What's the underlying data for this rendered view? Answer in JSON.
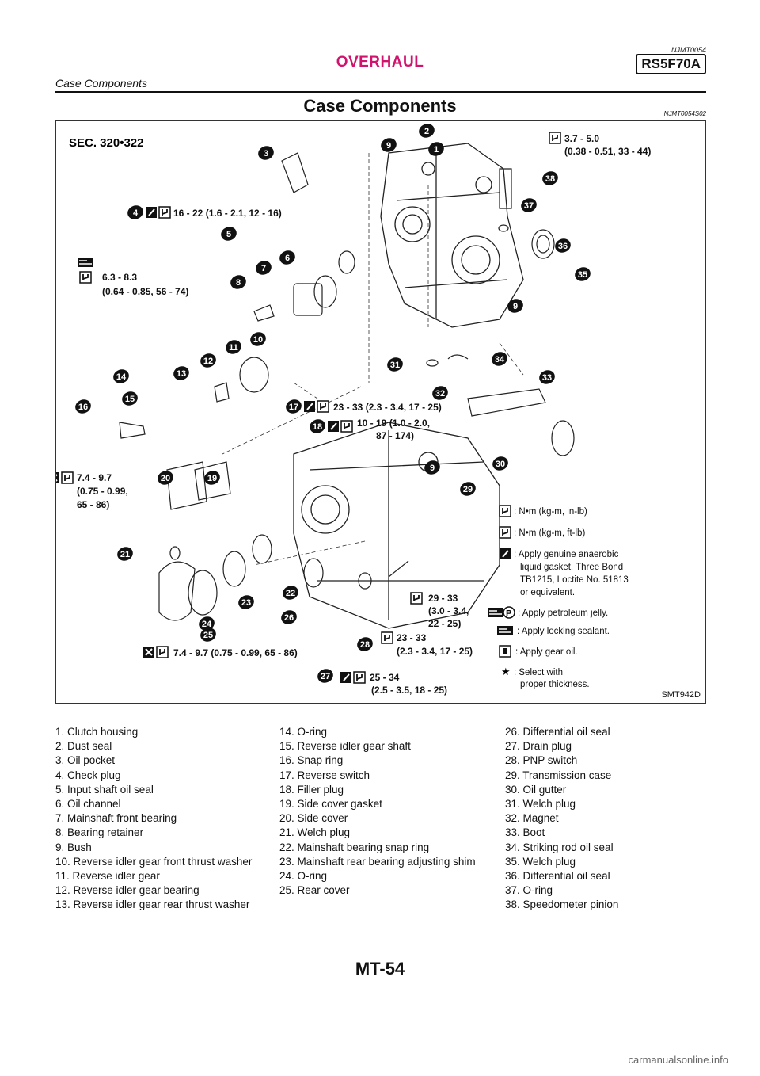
{
  "header": {
    "code_top": "NJMT0054",
    "section": "OVERHAUL",
    "model": "RS5F70A",
    "subsection": "Case Components"
  },
  "page_title": "Case Components",
  "title_code": "NJMT0054S02",
  "figure": {
    "sec": "SEC. 320•322",
    "code": "SMT942D",
    "callouts": [
      "1",
      "2",
      "3",
      "4",
      "5",
      "6",
      "7",
      "8",
      "9",
      "10",
      "11",
      "12",
      "13",
      "14",
      "15",
      "16",
      "17",
      "18",
      "19",
      "20",
      "21",
      "22",
      "23",
      "24",
      "25",
      "26",
      "27",
      "28",
      "29",
      "30",
      "31",
      "32",
      "33",
      "34",
      "35",
      "36",
      "37",
      "38"
    ],
    "torque": {
      "t1": "3.7 - 5.0",
      "t1b": "(0.38 - 0.51, 33 - 44)",
      "t2": "16 - 22 (1.6 - 2.1, 12 - 16)",
      "t3": "6.3 - 8.3",
      "t3b": "(0.64 - 0.85, 56 - 74)",
      "t4": "23 - 33 (2.3 - 3.4, 17 - 25)",
      "t5": "10 - 19 (1.0 - 2.0,",
      "t5b": "87 - 174)",
      "t6": "7.4 - 9.7",
      "t6b": "(0.75 - 0.99,",
      "t6c": "65 - 86)",
      "t7": "29 - 33",
      "t7b": "(3.0 - 3.4,",
      "t7c": "22 - 25)",
      "t8": "23 - 33",
      "t8b": "(2.3 - 3.4, 17 - 25)",
      "t9": "7.4 - 9.7 (0.75 - 0.99, 65 - 86)",
      "t10": "25 - 34",
      "t10b": "(2.5 - 3.5, 18 - 25)"
    },
    "legend": {
      "l1": ": N•m (kg-m, in-lb)",
      "l2": ": N•m (kg-m, ft-lb)",
      "l3a": ": Apply genuine anaerobic",
      "l3b": "liquid gasket, Three Bond",
      "l3c": "TB1215, Loctite No. 51813",
      "l3d": "or equivalent.",
      "l4": ": Apply petroleum jelly.",
      "l5": ": Apply locking sealant.",
      "l6": ": Apply gear oil.",
      "l7a": ": Select with",
      "l7b": "proper thickness."
    }
  },
  "parts": {
    "col1": [
      "1. Clutch housing",
      "2. Dust seal",
      "3. Oil pocket",
      "4. Check plug",
      "5. Input shaft oil seal",
      "6. Oil channel",
      "7. Mainshaft front bearing",
      "8. Bearing retainer",
      "9. Bush",
      "10. Reverse idler gear front thrust washer",
      "11. Reverse idler gear",
      "12. Reverse idler gear bearing",
      "13. Reverse idler gear rear thrust washer"
    ],
    "col2": [
      "14. O-ring",
      "15. Reverse idler gear shaft",
      "16. Snap ring",
      "17. Reverse switch",
      "18. Filler plug",
      "19. Side cover gasket",
      "20. Side cover",
      "21. Welch plug",
      "22. Mainshaft bearing snap ring",
      "23. Mainshaft rear bearing adjusting shim",
      "24. O-ring",
      "25. Rear cover"
    ],
    "col3": [
      "26. Differential oil seal",
      "27. Drain plug",
      "28. PNP switch",
      "29. Transmission case",
      "30. Oil gutter",
      "31. Welch plug",
      "32. Magnet",
      "33. Boot",
      "34. Striking rod oil seal",
      "35. Welch plug",
      "36. Differential oil seal",
      "37. O-ring",
      "38. Speedometer pinion"
    ]
  },
  "page_number": "MT-54",
  "watermark": "carmanualsonline.info"
}
